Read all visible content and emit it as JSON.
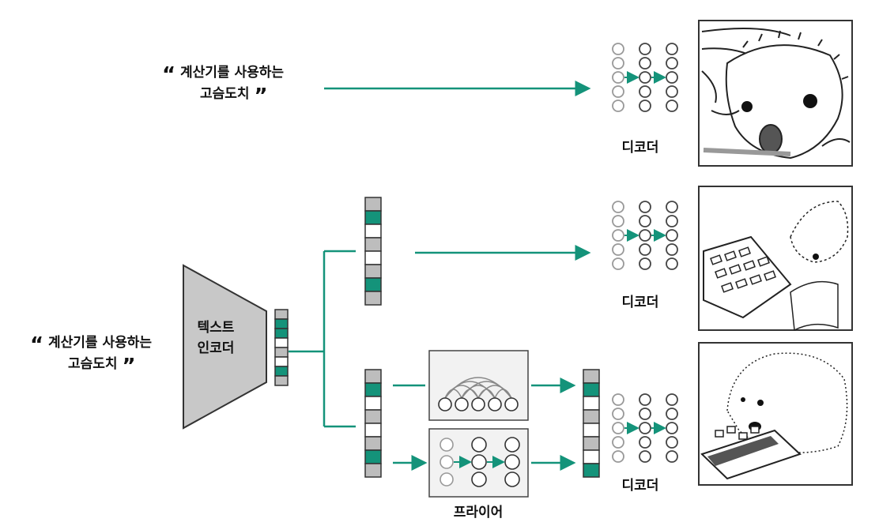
{
  "prompt_top": {
    "open_quote": "“",
    "line1": "계산기를 사용하는",
    "line2": "고슴도치",
    "close_quote": "”"
  },
  "prompt_bottom": {
    "open_quote": "“",
    "line1": "계산기를 사용하는",
    "line2": "고슴도치",
    "close_quote": "”"
  },
  "encoder": {
    "line1": "텍스트",
    "line2": "인코더"
  },
  "decoder_labels": [
    "디코더",
    "디코더",
    "디코더"
  ],
  "prior_label": "프라이어",
  "colors": {
    "accent": "#14937a",
    "gray": "#bdbdbd",
    "stroke": "#333333"
  }
}
